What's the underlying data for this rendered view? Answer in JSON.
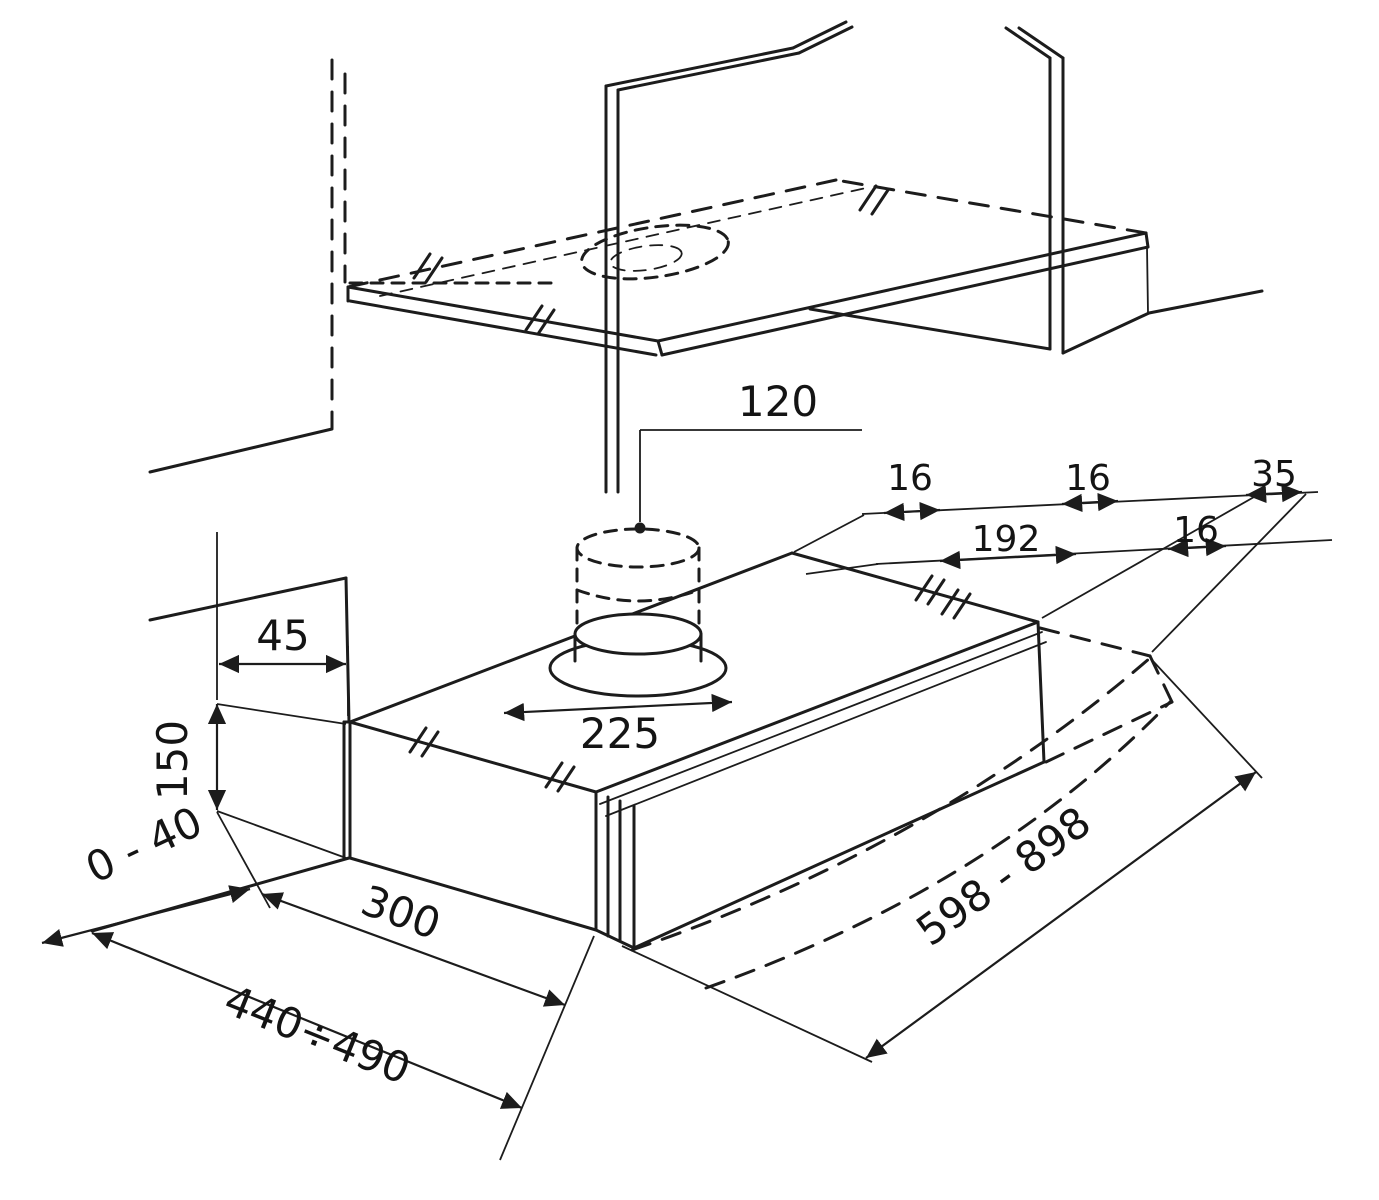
{
  "colors": {
    "background": "#ffffff",
    "line": "#1c1c1c",
    "text": "#141414"
  },
  "drawing_type": "cooker-hood-installation-dimensions",
  "labels": {
    "duct_diameter": "120",
    "top_small_1": "16",
    "top_small_2": "16",
    "top_small_3": "35",
    "mid_small_1": "192",
    "mid_small_2": "16",
    "rear_offset": "45",
    "height": "150",
    "duct_center": "225",
    "wall_gap": "0 - 40",
    "fixed_depth": "300",
    "total_depth": "440÷490",
    "width_range": "598 - 898"
  }
}
